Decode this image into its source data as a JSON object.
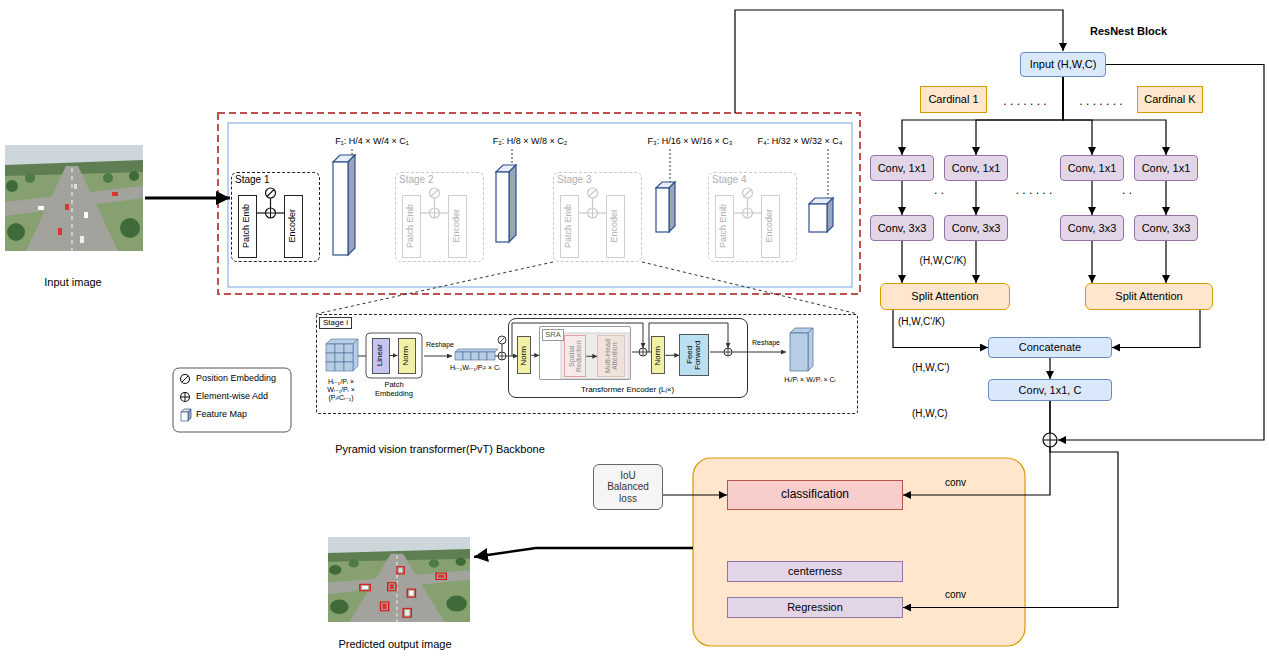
{
  "diagram": {
    "nodes": [
      {
        "text": [
          "Stage 1"
        ]
      },
      {
        "text": [
          "Patch Emb"
        ],
        "in": 0
      },
      {
        "text": [
          "Encoder"
        ],
        "in": 0
      },
      {
        "text": [
          "Stage 2"
        ]
      },
      {
        "text": [
          "Patch Emb"
        ],
        "in": 3
      },
      {
        "text": [
          "Encoder"
        ],
        "in": 3
      },
      {
        "text": [
          "Stage 3"
        ]
      },
      {
        "text": [
          "Patch Emb"
        ],
        "in": 6
      },
      {
        "text": [
          "Encoder"
        ],
        "in": 6
      },
      {
        "text": [
          "Stage 4"
        ]
      },
      {
        "text": [
          "Patch Emb"
        ],
        "in": 9
      },
      {
        "text": [
          "Encoder"
        ],
        "in": 9
      },
      {
        "text": [
          "Stage i"
        ]
      },
      {
        "text": [
          "Linear"
        ],
        "in": 12
      },
      {
        "text": [
          "Norm"
        ],
        "in": 12
      },
      {
        "text": [
          "Transformer Encoder (Lᵢ×)"
        ],
        "in": 12
      },
      {
        "text": [
          "Norm"
        ],
        "in": 15
      },
      {
        "text": [
          "SRA"
        ],
        "in": 15
      },
      {
        "text": [
          "Spatial Reduction"
        ],
        "in": 17
      },
      {
        "text": [
          "Multi-Head Attention"
        ],
        "in": 17
      },
      {
        "text": [
          "Norm"
        ],
        "in": 15
      },
      {
        "text": [
          "Feed Forward"
        ],
        "in": 15
      },
      {
        "text": [
          "Input (H,W,C)"
        ]
      },
      {
        "text": [
          "Cardinal 1"
        ]
      },
      {
        "text": [
          "Cardinal K"
        ]
      },
      {
        "text": [
          "Conv, 1x1"
        ]
      },
      {
        "text": [
          "Conv, 1x1"
        ]
      },
      {
        "text": [
          "Conv, 1x1"
        ]
      },
      {
        "text": [
          "Conv, 1x1"
        ]
      },
      {
        "text": [
          "Conv, 3x3"
        ]
      },
      {
        "text": [
          "Conv, 3x3"
        ]
      },
      {
        "text": [
          "Conv, 3x3"
        ]
      },
      {
        "text": [
          "Conv, 3x3"
        ]
      },
      {
        "text": [
          "Split Attention"
        ]
      },
      {
        "text": [
          "Split Attention"
        ]
      },
      {
        "text": [
          "Concatenate"
        ]
      },
      {
        "text": [
          "Conv, 1x1, C"
        ]
      },
      {
        "text": [
          "IoU Balanced loss"
        ]
      },
      {
        "text": [
          "classification"
        ]
      },
      {
        "text": [
          "centerness"
        ]
      },
      {
        "text": [
          "Regression"
        ]
      }
    ],
    "edges": [
      {
        "from": 13,
        "to": 14,
        "arrow": "to"
      },
      {
        "from": 16,
        "to": 17,
        "arrow": "to"
      },
      {
        "from": 18,
        "to": 19,
        "arrow": "to"
      },
      {
        "from": 20,
        "to": 21,
        "arrow": "to"
      },
      {
        "from": 22,
        "to": 25,
        "arrow": "to"
      },
      {
        "from": 22,
        "to": 26,
        "arrow": "to"
      },
      {
        "from": 22,
        "to": 27,
        "arrow": "to"
      },
      {
        "from": 22,
        "to": 28,
        "arrow": "to"
      },
      {
        "from": 25,
        "to": 29,
        "arrow": "to"
      },
      {
        "from": 26,
        "to": 30,
        "arrow": "to"
      },
      {
        "from": 27,
        "to": 31,
        "arrow": "to"
      },
      {
        "from": 28,
        "to": 32,
        "arrow": "to"
      },
      {
        "from": 29,
        "to": 33,
        "arrow": "to"
      },
      {
        "from": 30,
        "to": 33,
        "arrow": "to"
      },
      {
        "from": 31,
        "to": 34,
        "arrow": "to"
      },
      {
        "from": 32,
        "to": 34,
        "arrow": "to"
      },
      {
        "from": 33,
        "to": 35,
        "arrow": "to"
      },
      {
        "from": 34,
        "to": 35,
        "arrow": "to"
      },
      {
        "from": 35,
        "to": 36,
        "arrow": "to"
      },
      {
        "from": 36,
        "to": 38,
        "arrow": "to"
      },
      {
        "from": 36,
        "to": 40,
        "arrow": "to"
      },
      {
        "from": 37,
        "to": 38,
        "arrow": "to"
      }
    ],
    "labels": [
      "Input image",
      "F₁: H/4 × W/4 × C₁",
      "F₂: H/8 × W/8 × C₂",
      "F₃: H/16 × W/16 × C₃",
      "F₄: H/32 × W/32 × C₄",
      "Hᵢ₋₁/Pᵢ × Wᵢ₋₁/Pᵢ × (Pᵢ²Cᵢ₋₁)",
      "Patch Embedding",
      "Reshape",
      "Hᵢ₋₁Wᵢ₋₁/Pᵢ² × Cᵢ",
      "Reshape",
      "Hᵢ/Pᵢ × Wᵢ/Pᵢ × Cᵢ",
      "Pyramid vision transformer(PvT) Backbone",
      "Predicted output image",
      "ResNest Block",
      ". . . . . . .",
      ". . . . . . .",
      ". .",
      ". . . . . .",
      ". .",
      "(H,W,C'/K)",
      "(H,W,C'/K)",
      "(H,W,C')",
      "(H,W,C)",
      "conv",
      "conv"
    ],
    "legend": [
      {
        "text": "Position Embedding"
      },
      {
        "text": "Element-wise Add"
      },
      {
        "text": "Feature Map"
      }
    ]
  }
}
